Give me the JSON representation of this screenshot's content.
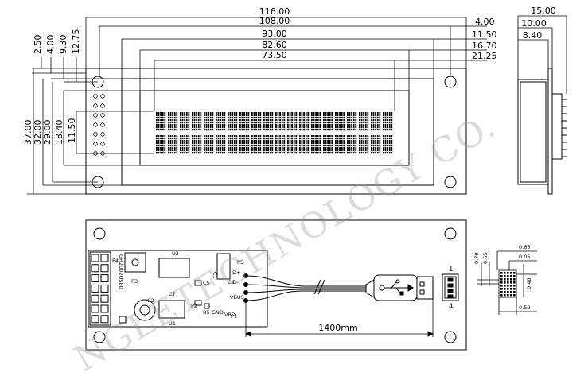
{
  "watermark": "NGLETECHNOLOGY CO.",
  "front_view": {
    "dims_horizontal": [
      "116.00",
      "108.00",
      "93.00",
      "82.60",
      "73.50"
    ],
    "dims_right": [
      "4.00",
      "11.50",
      "16.70",
      "21.25"
    ],
    "dims_top_left": [
      "2.50",
      "4.00",
      "9.30",
      "12.75"
    ],
    "dims_vertical": [
      "37.00",
      "32.00",
      "29.00",
      "18.40",
      "11.50"
    ]
  },
  "side_view": {
    "dims": [
      "15.00",
      "10.00",
      "8.40"
    ]
  },
  "back_view": {
    "board_text": "GH2002US80",
    "labels": [
      "P3",
      "P4",
      "P5",
      "P1",
      "P2",
      "C1",
      "C2",
      "C4",
      "C5",
      "C7",
      "U1",
      "U2",
      "D+",
      "D-",
      "GND",
      "VBUS",
      "VBD",
      "R5"
    ],
    "cable_length": "1400mm",
    "usb_pins": [
      "1",
      "4"
    ]
  },
  "pin_detail": {
    "dims": [
      "0.70",
      "0.65",
      "0.65",
      "0.05",
      "0.40",
      "0.50"
    ]
  },
  "colors": {
    "line": "#000000",
    "watermark": "#9a9a9a",
    "dot_matrix": "#000000"
  }
}
